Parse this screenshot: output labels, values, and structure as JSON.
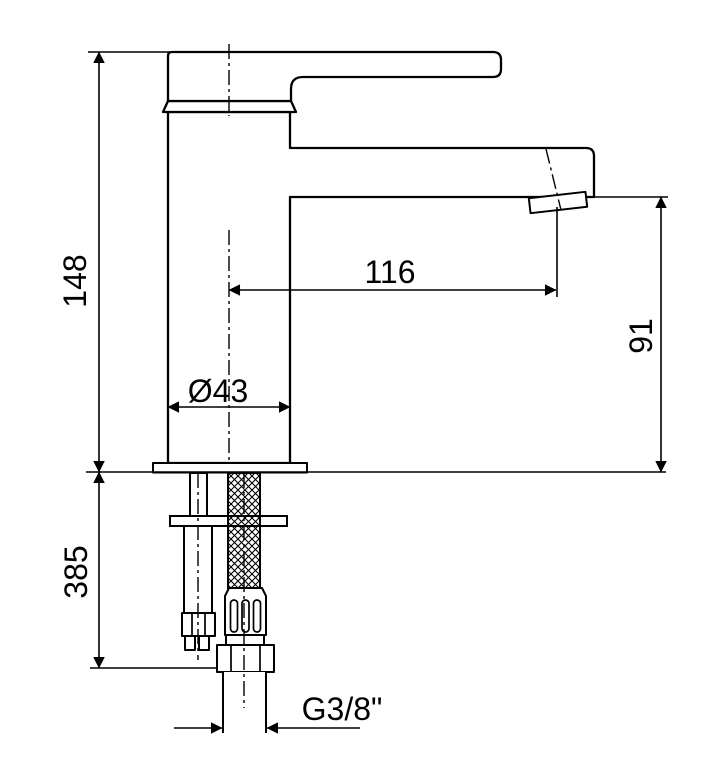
{
  "drawing": {
    "title": "basin-mixer-technical-drawing",
    "background": "#ffffff",
    "line_color": "#000000",
    "view": "side view with under-counter supply hose and mounting stud",
    "dimensions": {
      "overall_height": "148",
      "hose_length": "385",
      "spout_reach": "116",
      "base_diameter": "Ø43",
      "spout_outlet_height": "91",
      "thread": "G3/8\""
    }
  }
}
